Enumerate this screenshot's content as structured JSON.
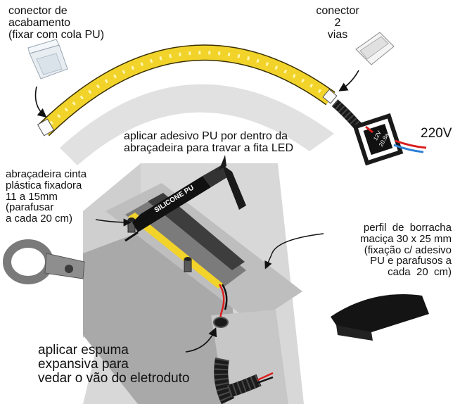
{
  "labels": {
    "end_connector": "conector de\nacabamento\n(fixar com cola PU)",
    "two_way_connector": "conector\n2\nvias",
    "voltage": "220V",
    "apply_adhesive": "aplicar adesivo PU por dentro da\nabraçadeira para travar a fita LED",
    "cable_clamp": "abraçadeira cinta\nplástica fixadora\n11 a 15mm\n(parafusar\na cada 20 cm)",
    "rubber_profile": "perfil  de  borracha\nmaciça 30 x 25 mm\n(fixação c/ adesivo\nPU e parafusos a\ncada  20  cm)",
    "foam": "aplicar espuma\nexpansiva para\nvedar o vão do eletroduto",
    "silicone_tube": "SILICONE PU",
    "driver_line1": "12V",
    "driver_line2": "20.8a"
  },
  "colors": {
    "led_strip": "#f2d32a",
    "wall_light": "#d6d6d6",
    "wall_dark": "#9a9a9a",
    "wire_red": "#d91f1f",
    "wire_blue": "#2e7fd6",
    "rubber": "#151515"
  }
}
